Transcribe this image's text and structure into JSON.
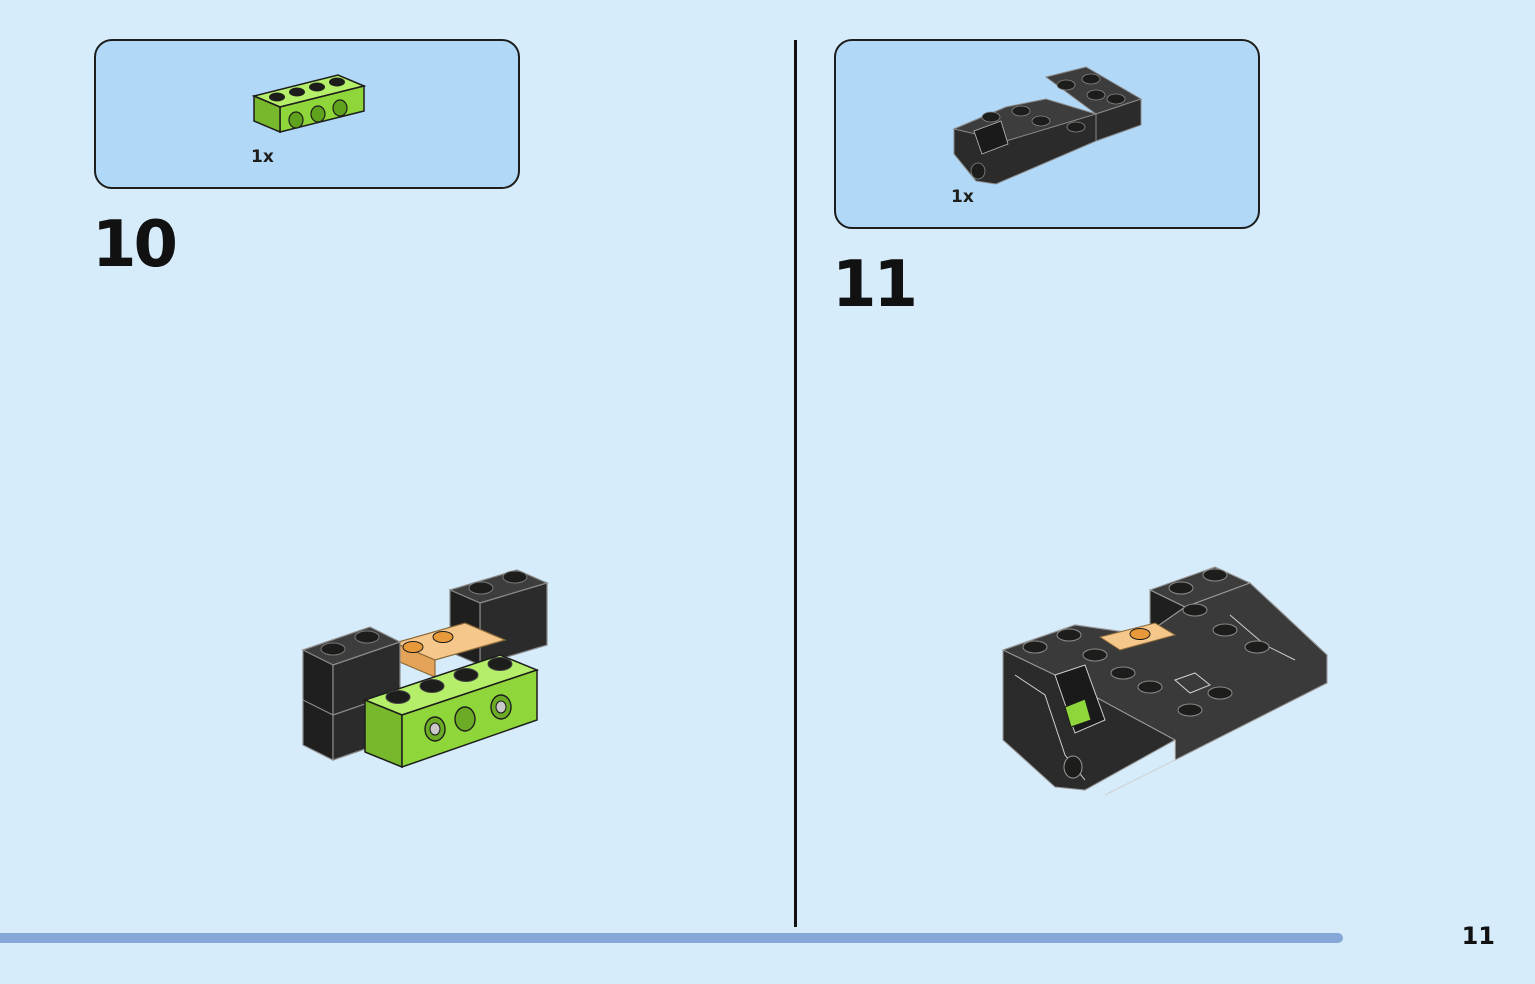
{
  "colors": {
    "background": "#d6ecfb",
    "parts_box": "#b1d8f6",
    "lime": "#8fd63a",
    "black_brick": "#2b2b2b",
    "tan": "#f3b66a",
    "progress": "#86a8d8"
  },
  "steps": [
    {
      "number": "10",
      "parts": [
        {
          "quantity": "1x",
          "icon": "lime-technic-brick-1x4-icon"
        }
      ],
      "model_icon": "step-10-assembly-icon"
    },
    {
      "number": "11",
      "parts": [
        {
          "quantity": "1x",
          "icon": "black-vehicle-base-icon"
        }
      ],
      "model_icon": "step-11-assembly-icon"
    }
  ],
  "footer": {
    "page_number": "11",
    "progress": 0.935
  }
}
